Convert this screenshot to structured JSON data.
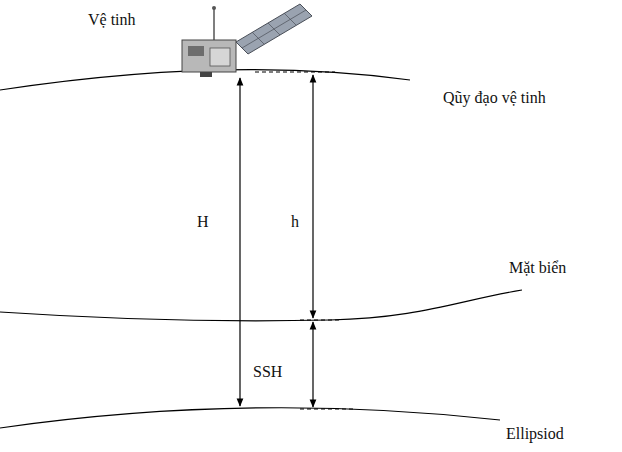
{
  "diagram": {
    "labels": [
      "Vệ tinh",
      "Qũy đạo vệ tinh",
      "H",
      "h",
      "Mặt biển",
      "SSH",
      "Ellipsiod"
    ]
  }
}
